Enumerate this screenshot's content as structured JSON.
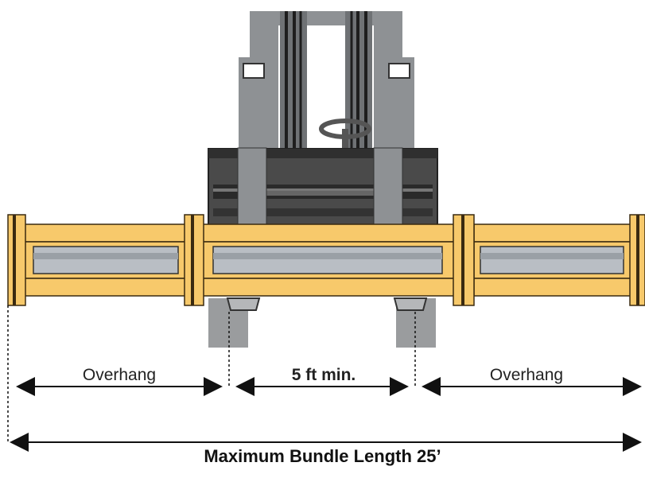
{
  "dimensions": {
    "left_label": "Overhang",
    "center_label": "5 ft min.",
    "right_label": "Overhang"
  },
  "caption": "Maximum Bundle Length 25’",
  "colors": {
    "bundle_wood": "#f7c96b",
    "bundle_outline": "#3a2a10",
    "steel_tube": "#b9bec4",
    "forklift_body": "#4a4a4a",
    "forklift_mast": "#8e9194",
    "fork": "#9a9c9e"
  }
}
